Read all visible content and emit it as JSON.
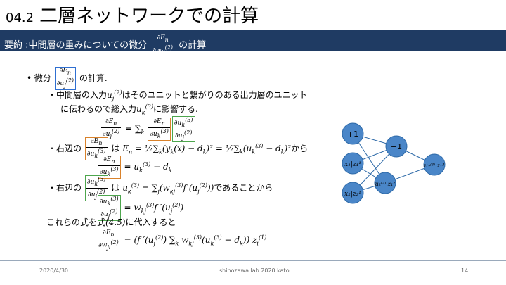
{
  "header": {
    "number": "04.2",
    "title": "二層ネットワークでの計算"
  },
  "banner": {
    "prefix": "要約 :中間層の重みについての微分",
    "suffix": "の計算"
  },
  "content": {
    "l1_a": "微分",
    "l1_b": "の計算.",
    "l2_a": "中間層の入力",
    "l2_b": "はそのユニットと繋がりのある出力層のユニット",
    "l3_a": "に伝わるので総入力",
    "l3_b": "に影響する.",
    "l5_a": "右辺の",
    "l5_b": "は",
    "l5_c": "から",
    "l7_a": "右辺の",
    "l7_b": "は",
    "l7_c": "であることから",
    "l9_a": "これらの式を式",
    "l9_ref": "(4.5)",
    "l9_b": "に代入すると"
  },
  "diagram": {
    "colors": {
      "node": "#4a86c8",
      "node_stroke": "#2e6aa8",
      "edge": "#2e6aa8"
    },
    "nodes": {
      "b1": "+1",
      "b2": "+1",
      "x1": "x₁|z₁¹",
      "x2": "x₂|z₂¹",
      "h": "u₂⁽²⁾|z₁²",
      "o": "u₂⁽³⁾|z₁³"
    }
  },
  "footer": {
    "date": "2020/4/30",
    "center": "shinozawa lab 2020 kato",
    "page": "14"
  }
}
